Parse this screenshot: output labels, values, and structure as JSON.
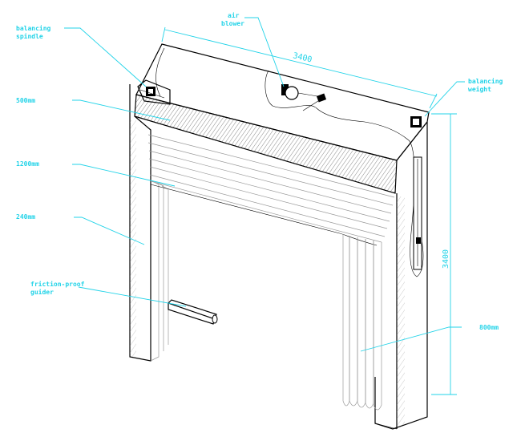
{
  "callouts": {
    "balancing_spindle": [
      "balancing",
      "spindle"
    ],
    "air_blower": [
      "air",
      "blower"
    ],
    "balancing_weight": [
      "balancing",
      "weight"
    ],
    "dim_500": "500mm",
    "dim_1200": "1200mm",
    "dim_240": "240mm",
    "friction_guider": [
      "friction-proof",
      "guider"
    ],
    "dim_800": "800mm"
  },
  "dimensions": {
    "width": "3400",
    "height": "3400"
  },
  "colors": {
    "annotation": "#22d3e8",
    "outline": "#000000",
    "hatch": "#6a6a6a"
  }
}
